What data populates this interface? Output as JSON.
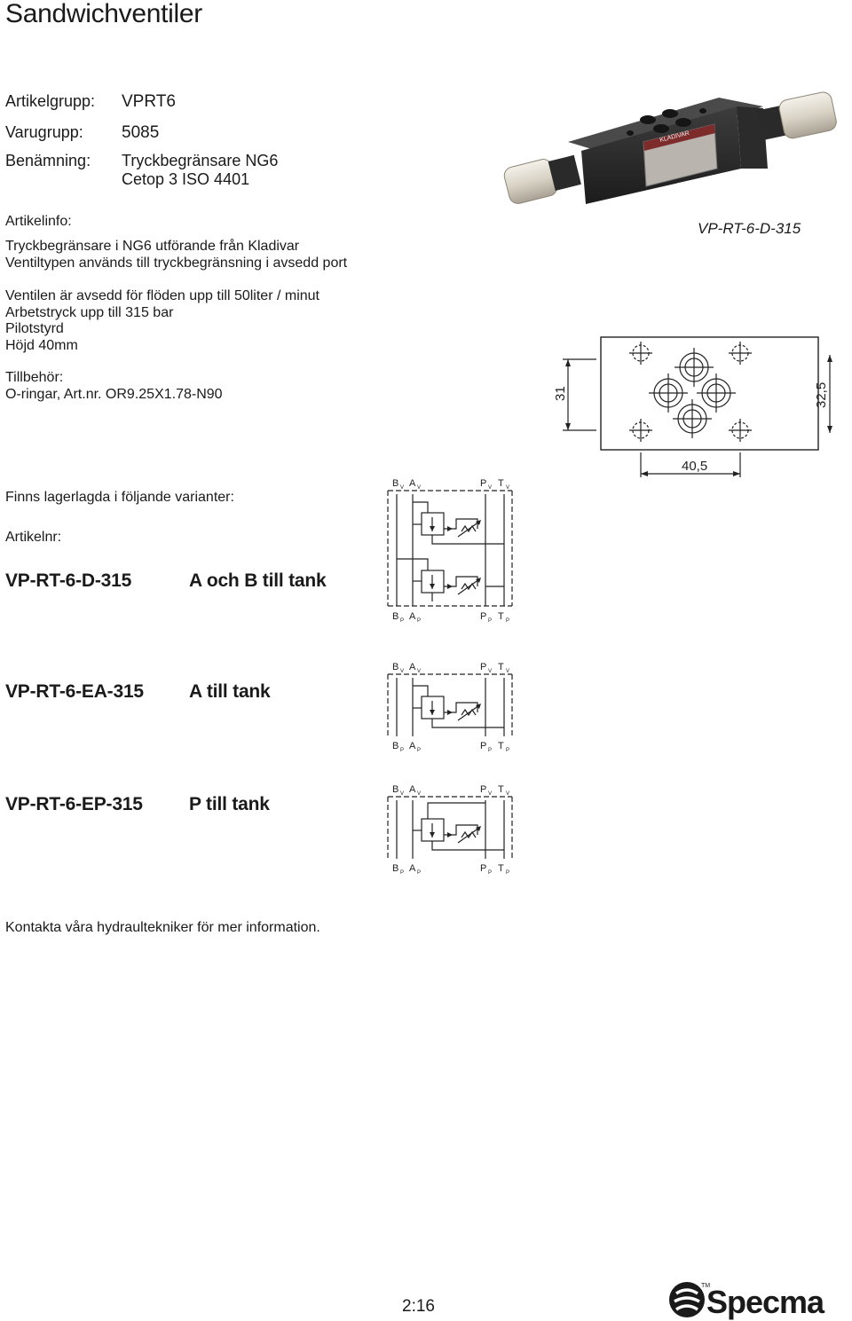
{
  "page_title": "Sandwichventiler",
  "meta": [
    {
      "label": "Artikelgrupp:",
      "value": "VPRT6"
    },
    {
      "label": "Varugrupp:",
      "value": "5085"
    },
    {
      "label": "Benämning:",
      "value": "Tryckbegränsare NG6",
      "value2": "Cetop 3  ISO 4401"
    }
  ],
  "info": {
    "heading": "Artikelinfo:",
    "lines": [
      "Tryckbegränsare i NG6 utförande från Kladivar",
      "Ventiltypen används till tryckbegränsning i avsedd port"
    ],
    "specs": [
      "Ventilen är avsedd för flöden upp till 50liter / minut",
      "Arbetstryck upp till 315 bar",
      "Pilotstyrd",
      "Höjd 40mm"
    ],
    "accessories_heading": "Tillbehör:",
    "accessories": "O-ringar, Art.nr. OR9.25X1.78-N90"
  },
  "product_image": {
    "caption": "VP-RT-6-D-315",
    "plate_text": "KLADIVAR"
  },
  "drawing": {
    "dim_left": "31",
    "dim_right": "32,5",
    "dim_bottom": "40,5"
  },
  "variants_heading": "Finns lagerlagda i följande varianter:",
  "artikelnr_heading": "Artikelnr:",
  "variants": [
    {
      "code": "VP-RT-6-D-315",
      "desc": "A och B till tank"
    },
    {
      "code": "VP-RT-6-EA-315",
      "desc": "A till tank"
    },
    {
      "code": "VP-RT-6-EP-315",
      "desc": "P till tank"
    }
  ],
  "ports": {
    "B": "B",
    "A": "A",
    "P": "P",
    "T": "T",
    "sub_v": "V",
    "sub_p": "P"
  },
  "footer": {
    "contact": "Kontakta våra hydraultekniker för mer information.",
    "page": "2:16",
    "logo_text": "Specma",
    "tm": "TM"
  }
}
